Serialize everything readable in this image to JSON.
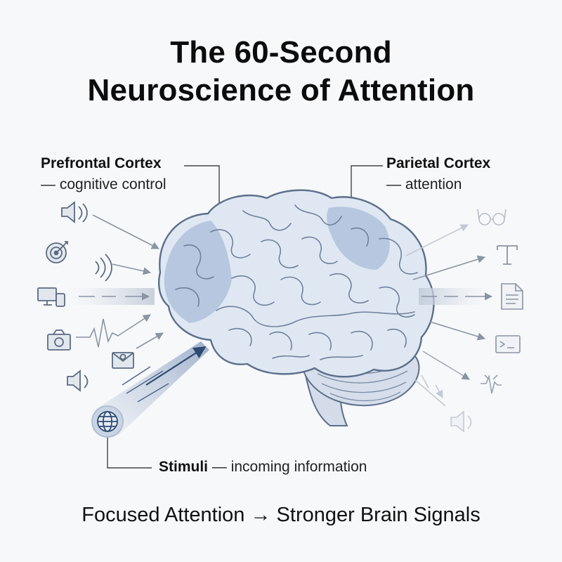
{
  "title": {
    "line1": "The 60-Second",
    "line2": "Neuroscience of Attention"
  },
  "labels": {
    "prefrontal": {
      "name": "Prefrontal Cortex",
      "desc": "— cognitive control"
    },
    "parietal": {
      "name": "Parietal Cortex",
      "desc": "— attention"
    },
    "stimuli": {
      "name": "Stimuli",
      "desc": "— incoming information"
    }
  },
  "footer": "Focused Attention → Stronger Brain Signals",
  "icons": {
    "left": [
      "speaker-icon",
      "target-icon",
      "devices-icon",
      "camera-icon",
      "email-icon",
      "speaker-icon"
    ],
    "right": [
      "glasses-icon",
      "text-icon",
      "document-icon",
      "terminal-icon",
      "ecg-icon",
      "speaker-icon"
    ],
    "source": "globe-icon"
  },
  "colors": {
    "brain_fill": "#dfe7f2",
    "brain_stroke": "#5c6f8c",
    "highlight": "#a8bcd8",
    "arrow": "#8a94a3",
    "focus_arrow": "#2f4a72"
  }
}
